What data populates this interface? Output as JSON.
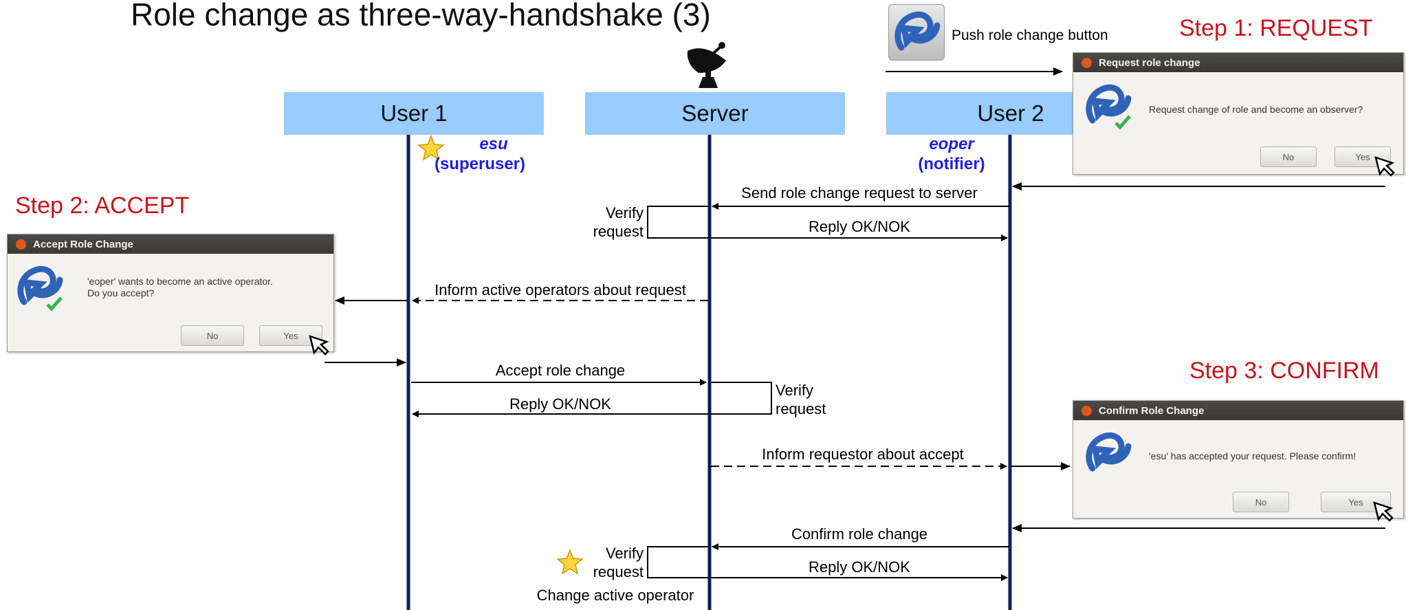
{
  "title": "Role change as three-way-handshake (3)",
  "lanes": {
    "user1": "User 1",
    "server": "Server",
    "user2": "User 2"
  },
  "roles": {
    "user1_name": "esu",
    "user1_role": "(superuser)",
    "user2_name": "eoper",
    "user2_role": "(notifier)"
  },
  "steps": {
    "step1": "Step 1: REQUEST",
    "step2": "Step 2: ACCEPT",
    "step3": "Step 3: CONFIRM"
  },
  "push_button_label": "Push role change button",
  "dialogs": {
    "request": {
      "title": "Request role change",
      "text": "Request change of role and become an observer?",
      "no": "No",
      "yes": "Yes"
    },
    "accept": {
      "title": "Accept Role Change",
      "text_line1": "'eoper' wants to become an active operator.",
      "text_line2": "Do you accept?",
      "no": "No",
      "yes": "Yes"
    },
    "confirm": {
      "title": "Confirm Role Change",
      "text": "'esu' has accepted your request. Please confirm!",
      "no": "No",
      "yes": "Yes"
    }
  },
  "messages": {
    "send_request": "Send role change request to server",
    "reply1": "Reply OK/NOK",
    "inform_ops": "Inform active operators about request",
    "accept": "Accept role change",
    "reply2": "Reply OK/NOK",
    "inform_req": "Inform requestor about accept",
    "confirm": "Confirm role change",
    "reply3": "Reply OK/NOK",
    "change_op": "Change active operator"
  },
  "verify": {
    "line1": "Verify",
    "line2": "request"
  },
  "colors": {
    "lane_header": "#99ccff",
    "lifeline": "#0c1f55",
    "step_text": "#c8141e",
    "role_text": "#1e1ee6"
  }
}
